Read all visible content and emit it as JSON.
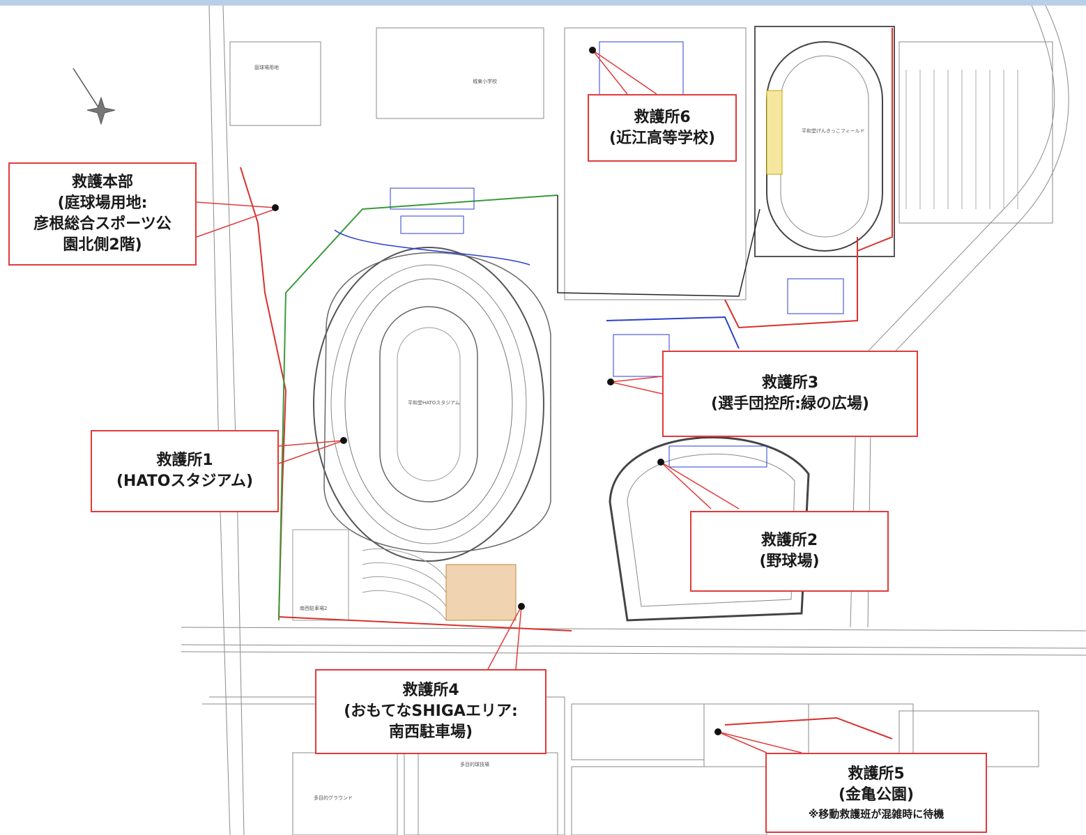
{
  "colors": {
    "callout_border": "#e03a3a",
    "route_red": "#d9302c",
    "route_green": "#3a9a3a",
    "route_blue": "#2a3fd1",
    "building_line": "#7a7a7a",
    "header_bar": "#b9cfe8"
  },
  "icons": {
    "north_arrow": "compass-star-icon",
    "marker": "black-dot-marker"
  },
  "callouts": {
    "hq": {
      "title": "救護本部",
      "lines": [
        "(庭球場用地:",
        "彦根総合スポーツ公",
        "園北側2階)"
      ]
    },
    "station1": {
      "title": "救護所1",
      "lines": [
        "(HATOスタジアム)"
      ]
    },
    "station2": {
      "title": "救護所2",
      "lines": [
        "(野球場)"
      ]
    },
    "station3": {
      "title": "救護所3",
      "lines": [
        "(選手団控所:緑の広場)"
      ]
    },
    "station4": {
      "title": "救護所4",
      "lines": [
        "(おもてなSHIGAエリア:",
        "南西駐車場)"
      ]
    },
    "station5": {
      "title": "救護所5",
      "lines": [
        "(金亀公園)"
      ],
      "note": "※移動救護班が混雑時に待機"
    },
    "station6": {
      "title": "救護所6",
      "lines": [
        "(近江高等学校)"
      ]
    }
  },
  "map_labels": {
    "stadium": "平和堂HATOスタジアム",
    "athletics_field": "平和堂げんきっこフィールド",
    "tennis_site": "庭球場用地",
    "multipurpose_ground": "多目的グラウンド",
    "multipurpose_field": "多目的球技場",
    "school": "城東小学校",
    "parking": "南西駐車場2"
  }
}
